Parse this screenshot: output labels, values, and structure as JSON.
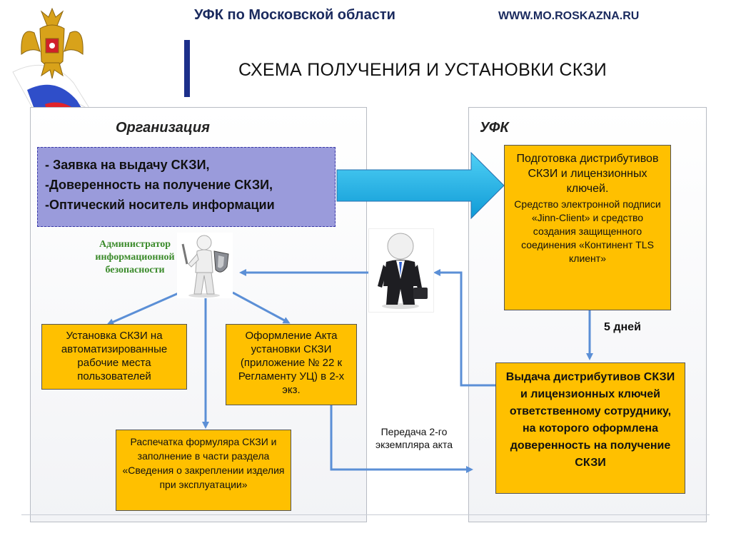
{
  "header": {
    "title": "УФК по Московской области",
    "url": "WWW.MO.ROSKAZNA.RU"
  },
  "slide_title": "СХЕМА ПОЛУЧЕНИЯ И УСТАНОВКИ СКЗИ",
  "organization": {
    "title": "Организация",
    "request_lines": [
      "- Заявка на выдачу СКЗИ,",
      "-Доверенность на получение СКЗИ,",
      "-Оптический носитель информации"
    ],
    "admin_label": "Администратор информационной безопасности",
    "install_box": "Установка СКЗИ на автоматизированные рабочие места пользователей",
    "act_box": "Оформление Акта установки СКЗИ (приложение № 22 к Регламенту УЦ) в 2-х экз.",
    "print_box": "Распечатка формуляра СКЗИ и заполнение в части раздела «Сведения о закреплении изделия при эксплуатации»"
  },
  "ufk": {
    "title": "УФК",
    "prep_box": {
      "heading": "Подготовка дистрибутивов СКЗИ и лицензионных ключей.",
      "details": "Средство электронной подписи «Jinn-Client» и средство создания защищенного соединения «Континент TLS клиент»"
    },
    "days_label": "5 дней",
    "issue_box": "Выдача дистрибутивов СКЗИ и лицензионных ключей ответственному сотруднику, на которого оформлена доверенность на получение СКЗИ"
  },
  "transfer_label": "Передача 2-го экземпляра акта",
  "colors": {
    "accent_yellow": "#ffc000",
    "request_purple": "#9a9bdb",
    "arrow_blue": "#5b8fd6",
    "big_arrow_cyan": "#1fb5e8",
    "admin_green": "#3a8a2a",
    "header_navy": "#1a2a5e"
  },
  "icons": {
    "emblem": "coat-of-arms-icon",
    "flag": "russian-flag-icon",
    "admin": "admin-figure-shield-icon",
    "employee": "businessman-briefcase-icon"
  }
}
